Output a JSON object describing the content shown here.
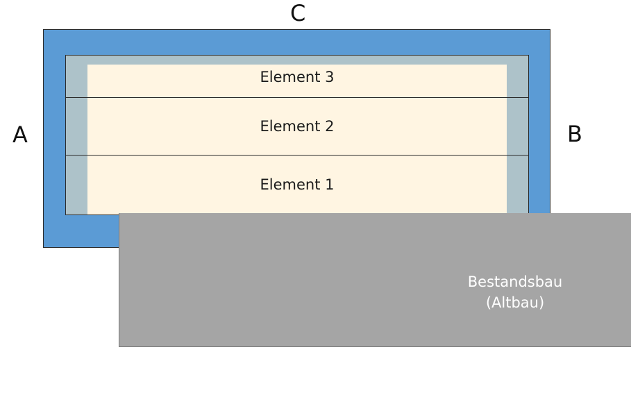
{
  "labels": {
    "top": "C",
    "left": "A",
    "right": "B"
  },
  "elements": [
    {
      "label": "Element 3"
    },
    {
      "label": "Element 2"
    },
    {
      "label": "Element 1"
    }
  ],
  "existing_building": {
    "line1": "Bestandsbau",
    "line2": "(Altbau)"
  },
  "colors": {
    "wall_blue": "#5b9bd5",
    "insulation_grey": "#adc2c9",
    "element_fill": "#fff5e2",
    "existing_grey": "#a5a5a5",
    "outline": "#2b2b2b"
  }
}
